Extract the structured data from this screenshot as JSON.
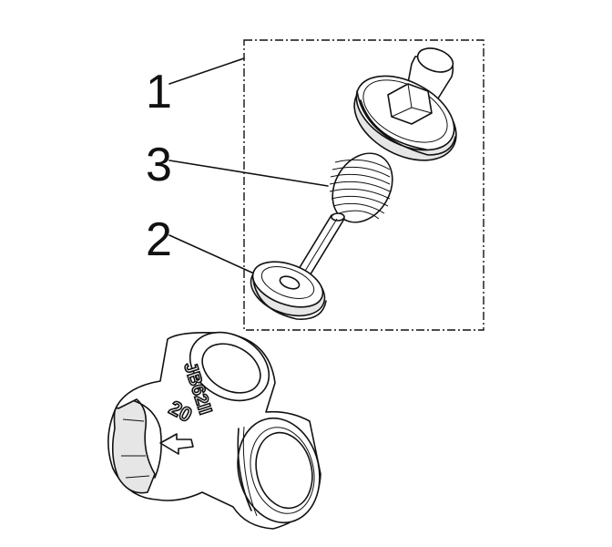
{
  "callouts": [
    {
      "id": "1",
      "label": "1"
    },
    {
      "id": "3",
      "label": "3"
    },
    {
      "id": "2",
      "label": "2"
    }
  ],
  "valve_body": {
    "cast_mark_top": "JB62II",
    "cast_mark_size": "20"
  }
}
